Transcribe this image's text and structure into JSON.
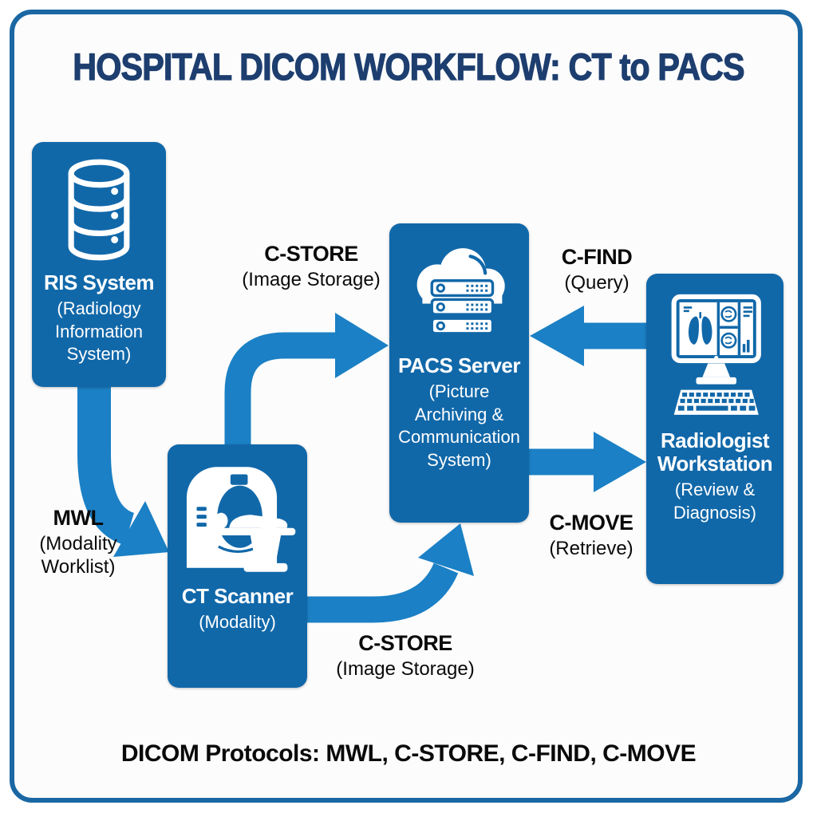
{
  "title": "HOSPITAL DICOM WORKFLOW: CT to PACS",
  "footer": "DICOM Protocols: MWL, C-STORE, C-FIND, C-MOVE",
  "colors": {
    "node_fill": "#1168a9",
    "arrow_fill": "#1b80c5",
    "frame_border": "#1a67a3",
    "title_text": "#1d3e6f",
    "label_text": "#0a0a0a",
    "node_text": "#ffffff",
    "background": "#fcfcfc"
  },
  "nodes": [
    {
      "id": "ris",
      "title": "RIS System",
      "subtitle": "(Radiology Information System)",
      "icon": "database-icon"
    },
    {
      "id": "ct",
      "title": "CT Scanner",
      "subtitle": "(Modality)",
      "icon": "ct-scanner-icon"
    },
    {
      "id": "pacs",
      "title": "PACS Server",
      "subtitle": "(Picture Archiving & Communication System)",
      "icon": "cloud-server-icon"
    },
    {
      "id": "workstation",
      "title": "Radiologist Workstation",
      "subtitle": "(Review & Diagnosis)",
      "icon": "workstation-icon"
    }
  ],
  "edges": [
    {
      "id": "mwl",
      "protocol": "MWL",
      "description": "(Modality Worklist)",
      "from": "ris",
      "to": "ct"
    },
    {
      "id": "cstore-top",
      "protocol": "C-STORE",
      "description": "(Image Storage)",
      "from": "ct",
      "to": "pacs"
    },
    {
      "id": "cstore-bottom",
      "protocol": "C-STORE",
      "description": "(Image Storage)",
      "from": "ct",
      "to": "pacs"
    },
    {
      "id": "cfind",
      "protocol": "C-FIND",
      "description": "(Query)",
      "from": "workstation",
      "to": "pacs"
    },
    {
      "id": "cmove",
      "protocol": "C-MOVE",
      "description": "(Retrieve)",
      "from": "pacs",
      "to": "workstation"
    }
  ]
}
